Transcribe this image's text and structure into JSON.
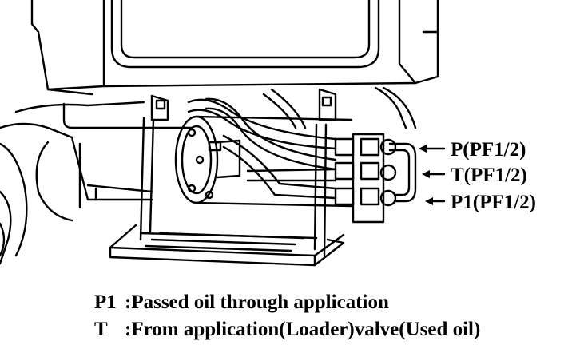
{
  "ports": [
    {
      "id": "p",
      "label": "P(PF1/2)"
    },
    {
      "id": "t",
      "label": "T(PF1/2)"
    },
    {
      "id": "p1",
      "label": "P1(PF1/2)"
    }
  ],
  "legend": [
    {
      "key": "P1",
      "text": ":Passed oil through application"
    },
    {
      "key": "T",
      "text": ":From application(Loader)valve(Used oil)"
    }
  ]
}
